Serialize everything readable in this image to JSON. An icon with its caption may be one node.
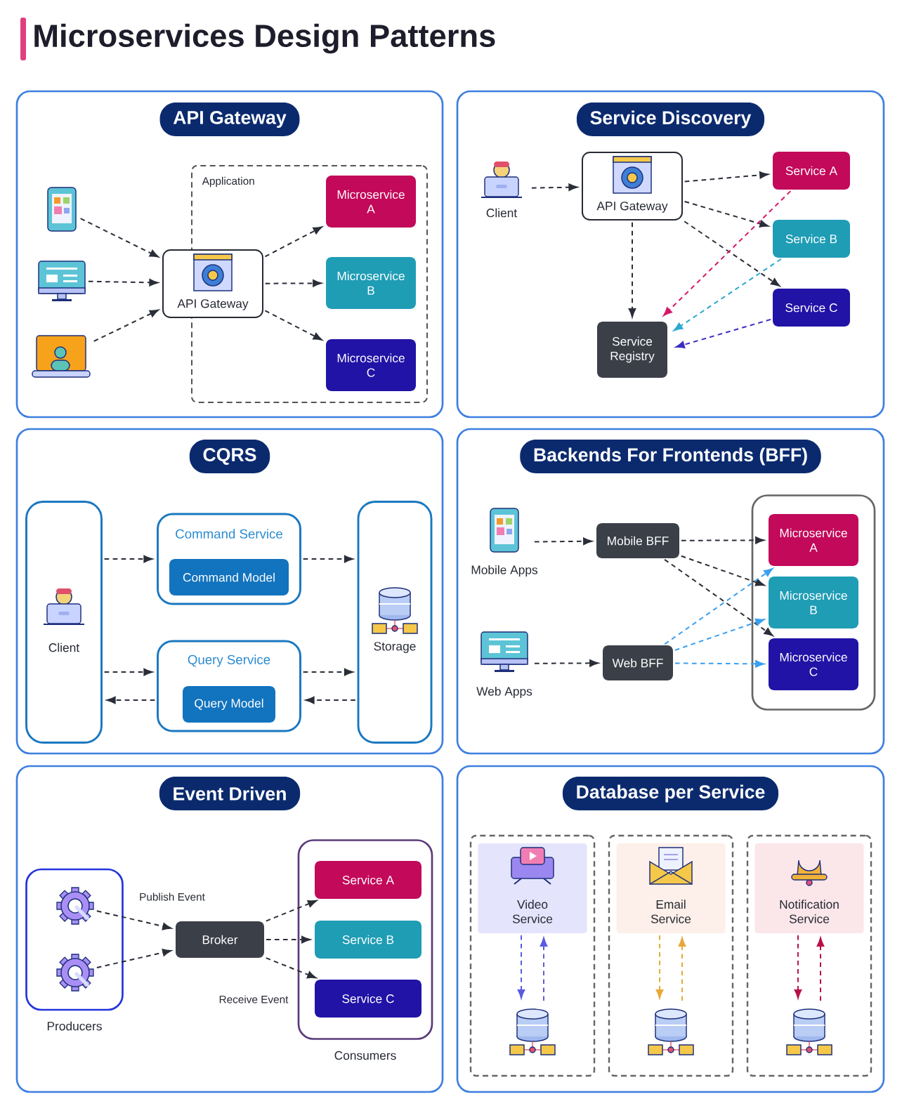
{
  "diagram": {
    "title": "Microservices Design Patterns",
    "nodes": [
      {
        "text": [
          "API Gateway"
        ]
      },
      {
        "text": [],
        "shape": "phone",
        "in": 0
      },
      {
        "text": [],
        "shape": "monitor",
        "in": 0
      },
      {
        "text": [],
        "shape": "laptop",
        "in": 0
      },
      {
        "text": [
          "Application"
        ],
        "in": 0
      },
      {
        "text": [
          "API Gateway"
        ],
        "in": 0
      },
      {
        "text": [
          "Microservice A"
        ],
        "in": 4
      },
      {
        "text": [
          "Microservice B"
        ],
        "in": 4
      },
      {
        "text": [
          "Microservice C"
        ],
        "in": 4
      },
      {
        "text": [
          "Service Discovery"
        ]
      },
      {
        "text": [
          "Client"
        ],
        "in": 9
      },
      {
        "text": [
          "API Gateway"
        ],
        "in": 9
      },
      {
        "text": [
          "Service A"
        ],
        "in": 9
      },
      {
        "text": [
          "Service B"
        ],
        "in": 9
      },
      {
        "text": [
          "Service C"
        ],
        "in": 9
      },
      {
        "text": [
          "Service Registry"
        ],
        "in": 9
      },
      {
        "text": [
          "CQRS"
        ]
      },
      {
        "text": [
          "Client"
        ],
        "in": 16
      },
      {
        "text": [
          "Command Service"
        ],
        "in": 16
      },
      {
        "text": [
          "Command Model"
        ],
        "in": 18
      },
      {
        "text": [
          "Query Service"
        ],
        "in": 16
      },
      {
        "text": [
          "Query Model"
        ],
        "in": 20
      },
      {
        "text": [
          "Storage"
        ],
        "in": 16
      },
      {
        "text": [
          "Backends For Frontends (BFF)"
        ]
      },
      {
        "text": [
          "Mobile Apps"
        ],
        "in": 23
      },
      {
        "text": [
          "Web Apps"
        ],
        "in": 23
      },
      {
        "text": [
          "Mobile BFF"
        ],
        "in": 23
      },
      {
        "text": [
          "Web BFF"
        ],
        "in": 23
      },
      {
        "text": [],
        "shape": "box",
        "in": 23
      },
      {
        "text": [
          "Microservice A"
        ],
        "in": 28
      },
      {
        "text": [
          "Microservice B"
        ],
        "in": 28
      },
      {
        "text": [
          "Microservice C"
        ],
        "in": 28
      },
      {
        "text": [
          "Event Driven"
        ]
      },
      {
        "text": [
          "Producers"
        ],
        "in": 32
      },
      {
        "text": [],
        "shape": "gear",
        "in": 33
      },
      {
        "text": [],
        "shape": "gear",
        "in": 33
      },
      {
        "text": [
          "Broker"
        ],
        "in": 32
      },
      {
        "text": [
          "Consumers"
        ],
        "in": 32
      },
      {
        "text": [
          "Service A"
        ],
        "in": 37
      },
      {
        "text": [
          "Service B"
        ],
        "in": 37
      },
      {
        "text": [
          "Service C"
        ],
        "in": 37
      },
      {
        "text": [
          "Database per Service"
        ]
      },
      {
        "text": [],
        "shape": "box",
        "in": 41
      },
      {
        "text": [
          "Video Service"
        ],
        "in": 42
      },
      {
        "text": [],
        "shape": "cylinder",
        "in": 42
      },
      {
        "text": [],
        "shape": "box",
        "in": 41
      },
      {
        "text": [
          "Email Service"
        ],
        "in": 45
      },
      {
        "text": [],
        "shape": "cylinder",
        "in": 45
      },
      {
        "text": [],
        "shape": "box",
        "in": 41
      },
      {
        "text": [
          "Notification Service"
        ],
        "in": 48
      },
      {
        "text": [],
        "shape": "cylinder",
        "in": 48
      }
    ],
    "edges": [
      {
        "from": 1,
        "to": 5,
        "arrow": "to",
        "style": "dashed"
      },
      {
        "from": 2,
        "to": 5,
        "arrow": "to",
        "style": "dashed"
      },
      {
        "from": 3,
        "to": 5,
        "arrow": "to",
        "style": "dashed"
      },
      {
        "from": 5,
        "to": 6,
        "arrow": "to",
        "style": "dashed"
      },
      {
        "from": 5,
        "to": 7,
        "arrow": "to",
        "style": "dashed"
      },
      {
        "from": 5,
        "to": 8,
        "arrow": "to",
        "style": "dashed"
      },
      {
        "from": 10,
        "to": 11,
        "arrow": "to",
        "style": "dashed"
      },
      {
        "from": 11,
        "to": 12,
        "arrow": "to",
        "style": "dashed"
      },
      {
        "from": 11,
        "to": 13,
        "arrow": "to",
        "style": "dashed"
      },
      {
        "from": 11,
        "to": 14,
        "arrow": "to",
        "style": "dashed"
      },
      {
        "from": 11,
        "to": 15,
        "arrow": "to",
        "style": "dashed"
      },
      {
        "from": 12,
        "to": 15,
        "arrow": "to",
        "style": "dashed",
        "color": "#d6186a"
      },
      {
        "from": 13,
        "to": 15,
        "arrow": "to",
        "style": "dashed",
        "color": "#2aa8d0"
      },
      {
        "from": 14,
        "to": 15,
        "arrow": "to",
        "style": "dashed",
        "color": "#3a2ec0"
      },
      {
        "from": 17,
        "to": 18,
        "arrow": "to",
        "style": "dashed"
      },
      {
        "from": 18,
        "to": 22,
        "arrow": "to",
        "style": "dashed"
      },
      {
        "from": 17,
        "to": 20,
        "arrow": "to",
        "style": "dashed"
      },
      {
        "from": 20,
        "to": 22,
        "arrow": "to",
        "style": "dashed"
      },
      {
        "from": 22,
        "to": 20,
        "arrow": "to",
        "style": "dashed"
      },
      {
        "from": 20,
        "to": 17,
        "arrow": "to",
        "style": "dashed"
      },
      {
        "from": 24,
        "to": 26,
        "arrow": "to",
        "style": "dashed"
      },
      {
        "from": 25,
        "to": 27,
        "arrow": "to",
        "style": "dashed"
      },
      {
        "from": 26,
        "to": 29,
        "arrow": "to",
        "style": "dashed"
      },
      {
        "from": 26,
        "to": 30,
        "arrow": "to",
        "style": "dashed"
      },
      {
        "from": 26,
        "to": 31,
        "arrow": "to",
        "style": "dashed"
      },
      {
        "from": 27,
        "to": 29,
        "arrow": "to",
        "style": "dashed",
        "color": "#3a9ff0"
      },
      {
        "from": 27,
        "to": 30,
        "arrow": "to",
        "style": "dashed",
        "color": "#3a9ff0"
      },
      {
        "from": 27,
        "to": 31,
        "arrow": "to",
        "style": "dashed",
        "color": "#3a9ff0"
      },
      {
        "from": 34,
        "to": 36,
        "arrow": "to",
        "style": "dashed"
      },
      {
        "from": 35,
        "to": 36,
        "arrow": "to",
        "style": "dashed"
      },
      {
        "from": 36,
        "to": 38,
        "arrow": "to",
        "style": "dashed"
      },
      {
        "from": 36,
        "to": 39,
        "arrow": "to",
        "style": "dashed"
      },
      {
        "from": 36,
        "to": 40,
        "arrow": "to",
        "style": "dashed"
      },
      {
        "from": 43,
        "to": 44,
        "arrow": "to",
        "style": "dashed",
        "color": "#5b5be0"
      },
      {
        "from": 44,
        "to": 43,
        "arrow": "to",
        "style": "dashed",
        "color": "#5b5be0"
      },
      {
        "from": 46,
        "to": 47,
        "arrow": "to",
        "style": "dashed",
        "color": "#e8a838"
      },
      {
        "from": 47,
        "to": 46,
        "arrow": "to",
        "style": "dashed",
        "color": "#e8a838"
      },
      {
        "from": 49,
        "to": 50,
        "arrow": "to",
        "style": "dashed",
        "color": "#b8104a"
      },
      {
        "from": 50,
        "to": 49,
        "arrow": "to",
        "style": "dashed",
        "color": "#b8104a"
      }
    ],
    "labels": [
      "Publish Event",
      "Receive Event"
    ]
  }
}
